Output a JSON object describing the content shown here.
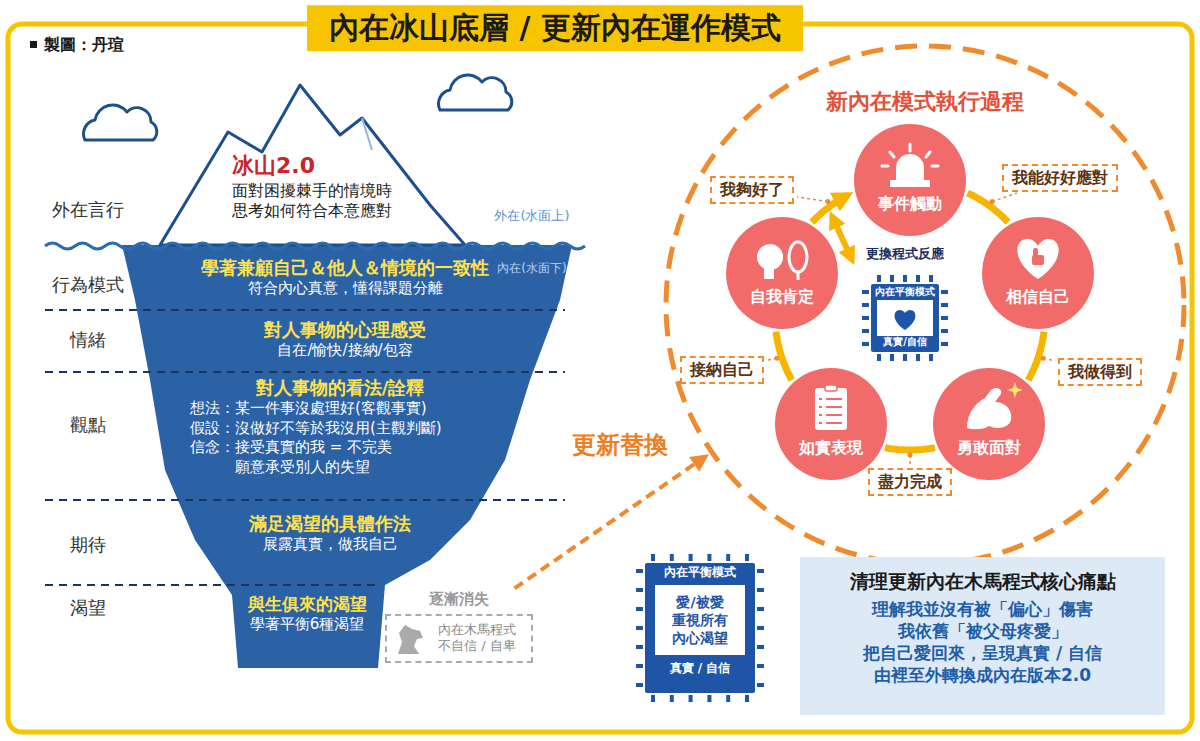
{
  "diagram": {
    "title": "內在冰山底層 / 更新內在運作模式",
    "nodes": [
      {
        "text": [
          "冰山2.0",
          "面對困擾棘手的情境時 思考如何符合本意應對"
        ]
      },
      {
        "text": [
          "學著兼顧自己＆他人＆情境的一致性",
          "符合內心真意，懂得課題分離"
        ],
        "in": 0
      },
      {
        "text": [
          "對人事物的心理感受",
          "自在/愉快/接納/包容"
        ],
        "in": 0
      },
      {
        "text": [
          "對人事物的看法/詮釋",
          "想法：某一件事沒處理好(客觀事實)",
          "假設：沒做好不等於我沒用(主觀判斷)",
          "信念：接受真實的我 = 不完美 願意承受別人的失望"
        ],
        "in": 0
      },
      {
        "text": [
          "滿足渴望的具體作法",
          "展露真實，做我自己"
        ],
        "in": 0
      },
      {
        "text": [
          "與生俱來的渴望",
          "學著平衡6種渴望"
        ],
        "in": 0
      },
      {
        "text": [
          "逐漸消失",
          "內在木馬程式 不自信 / 自卑"
        ]
      },
      {
        "text": [
          "新內在模式執行過程"
        ]
      },
      {
        "text": [
          "事件觸動"
        ],
        "in": 7
      },
      {
        "text": [
          "相信自己"
        ],
        "in": 7
      },
      {
        "text": [
          "勇敢面對"
        ],
        "in": 7
      },
      {
        "text": [
          "如實表現"
        ],
        "in": 7
      },
      {
        "text": [
          "自我肯定"
        ],
        "in": 7
      },
      {
        "text": [
          "內在平衡模式",
          "真實/自信"
        ],
        "in": 7
      },
      {
        "text": [
          "內在平衡模式",
          "愛/被愛 重視所有 內心渴望",
          "真實 / 自信"
        ]
      },
      {
        "text": [
          "清理更新內在木馬程式核心痛點",
          "理解我並沒有被「偏心」傷害",
          "我依舊「被父母疼愛」",
          "把自己愛回來，呈現真實 / 自信",
          "由裡至外轉換成內在版本2.0"
        ]
      }
    ],
    "edges": [
      {
        "from": 8,
        "to": 9,
        "label": "我能好好應對",
        "arrow": "none"
      },
      {
        "from": 9,
        "to": 10,
        "label": "我做得到",
        "arrow": "none"
      },
      {
        "from": 10,
        "to": 11,
        "label": "盡力完成",
        "arrow": "none"
      },
      {
        "from": 11,
        "to": 12,
        "label": "接納自己",
        "arrow": "none"
      },
      {
        "from": 12,
        "to": 8,
        "label": "我夠好了",
        "arrow": "to"
      },
      {
        "from": 6,
        "to": 7,
        "label": "更新替換",
        "arrow": "to"
      }
    ],
    "labels": [
      "製圖：丹瑄",
      "外在言行",
      "外在(水面上)",
      "行為模式",
      "內在(水面下)",
      "情緒",
      "觀點",
      "期待",
      "渴望",
      "更換程式反應"
    ]
  }
}
